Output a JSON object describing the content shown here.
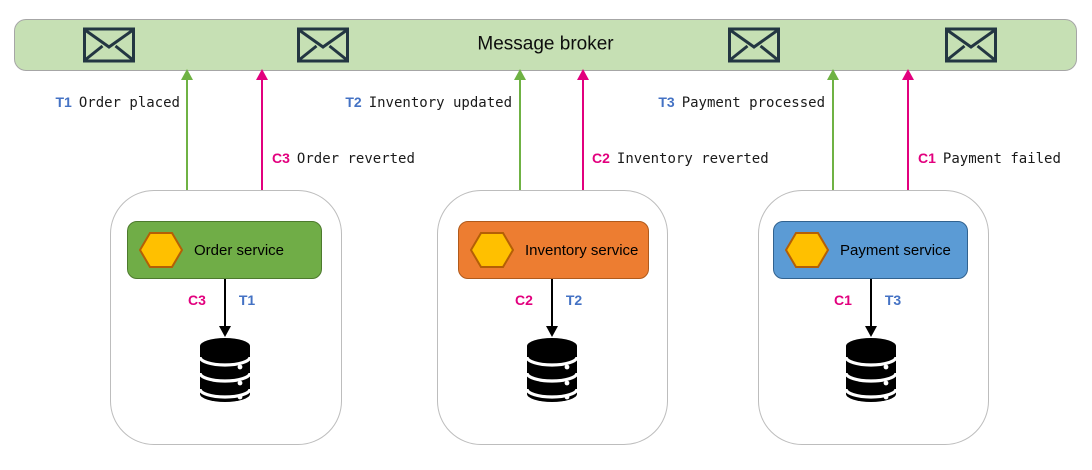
{
  "broker": {
    "title": "Message broker",
    "envelope_count": 4
  },
  "services": [
    {
      "name": "Order service",
      "transaction": {
        "id": "T1",
        "label": "Order placed"
      },
      "compensation": {
        "id": "C3",
        "label": "Order reverted"
      }
    },
    {
      "name": "Inventory service",
      "transaction": {
        "id": "T2",
        "label": "Inventory updated"
      },
      "compensation": {
        "id": "C2",
        "label": "Inventory reverted"
      }
    },
    {
      "name": "Payment service",
      "transaction": {
        "id": "T3",
        "label": "Payment processed"
      },
      "compensation": {
        "id": "C1",
        "label": "Payment failed"
      }
    }
  ],
  "colors": {
    "broker_fill": "#c6e0b4",
    "broker_border": "#a6a6a6",
    "transaction_arrow_green": "#6fb244",
    "compensation_arrow_pink": "#e2007e",
    "transaction_id_blue": "#4472c4",
    "order_service_green": "#70ad47",
    "inventory_service_orange": "#ed7d31",
    "payment_service_blue": "#5b9bd5",
    "hexagon_yellow": "#ffc000",
    "db_arrow_black": "#000000"
  },
  "icons": {
    "broker": "envelope-icon",
    "service": "hexagon-icon",
    "datastore": "database-icon"
  }
}
